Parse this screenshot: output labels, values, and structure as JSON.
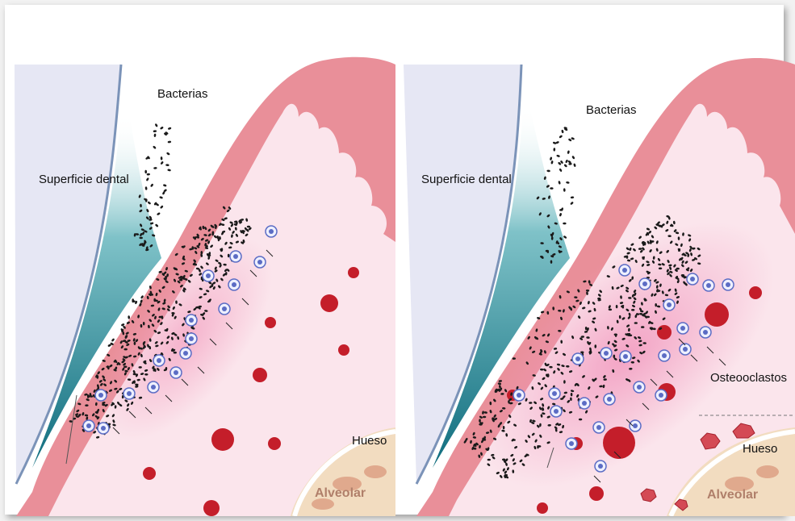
{
  "panels": [
    {
      "labels": {
        "bacteria": "Bacterias",
        "tooth_surface": "Superficie dental",
        "bone": "Hueso",
        "alveolar": "Alveolar"
      }
    },
    {
      "labels": {
        "bacteria": "Bacterias",
        "tooth_surface": "Superficie dental",
        "osteoclasts": "Osteooclastos",
        "bone": "Hueso",
        "alveolar": "Alveolar"
      }
    }
  ],
  "colors": {
    "gingiva_outer": "#e58a92",
    "gingiva_inner": "#fbe4ea",
    "inflammation": "#f4b8d0",
    "tooth": "#e8e9f5",
    "sulcus_teal": "#1f7f8f",
    "bacteria": "#1a1a1a",
    "leukocyte": "#5b6cc4",
    "red_cell": "#c41e2a",
    "bone": "#f1d9b9"
  }
}
